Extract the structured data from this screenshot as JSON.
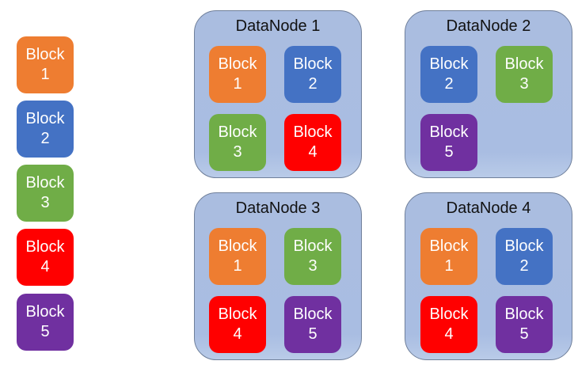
{
  "legend": {
    "blocks": [
      {
        "line1": "Block",
        "line2": "1",
        "color": "#ee7d31"
      },
      {
        "line1": "Block",
        "line2": "2",
        "color": "#4472c4"
      },
      {
        "line1": "Block",
        "line2": "3",
        "color": "#70ad47"
      },
      {
        "line1": "Block",
        "line2": "4",
        "color": "#ff0000"
      },
      {
        "line1": "Block",
        "line2": "5",
        "color": "#7030a0"
      }
    ]
  },
  "datanodes": [
    {
      "title": "DataNode 1",
      "blocks": [
        {
          "line1": "Block",
          "line2": "1"
        },
        {
          "line1": "Block",
          "line2": "2"
        },
        {
          "line1": "Block",
          "line2": "3"
        },
        {
          "line1": "Block",
          "line2": "4"
        }
      ]
    },
    {
      "title": "DataNode 2",
      "blocks": [
        {
          "line1": "Block",
          "line2": "2"
        },
        {
          "line1": "Block",
          "line2": "3"
        },
        {
          "line1": "Block",
          "line2": "5"
        }
      ]
    },
    {
      "title": "DataNode 3",
      "blocks": [
        {
          "line1": "Block",
          "line2": "1"
        },
        {
          "line1": "Block",
          "line2": "3"
        },
        {
          "line1": "Block",
          "line2": "4"
        },
        {
          "line1": "Block",
          "line2": "5"
        }
      ]
    },
    {
      "title": "DataNode 4",
      "blocks": [
        {
          "line1": "Block",
          "line2": "1"
        },
        {
          "line1": "Block",
          "line2": "2"
        },
        {
          "line1": "Block",
          "line2": "4"
        },
        {
          "line1": "Block",
          "line2": "5"
        }
      ]
    }
  ]
}
